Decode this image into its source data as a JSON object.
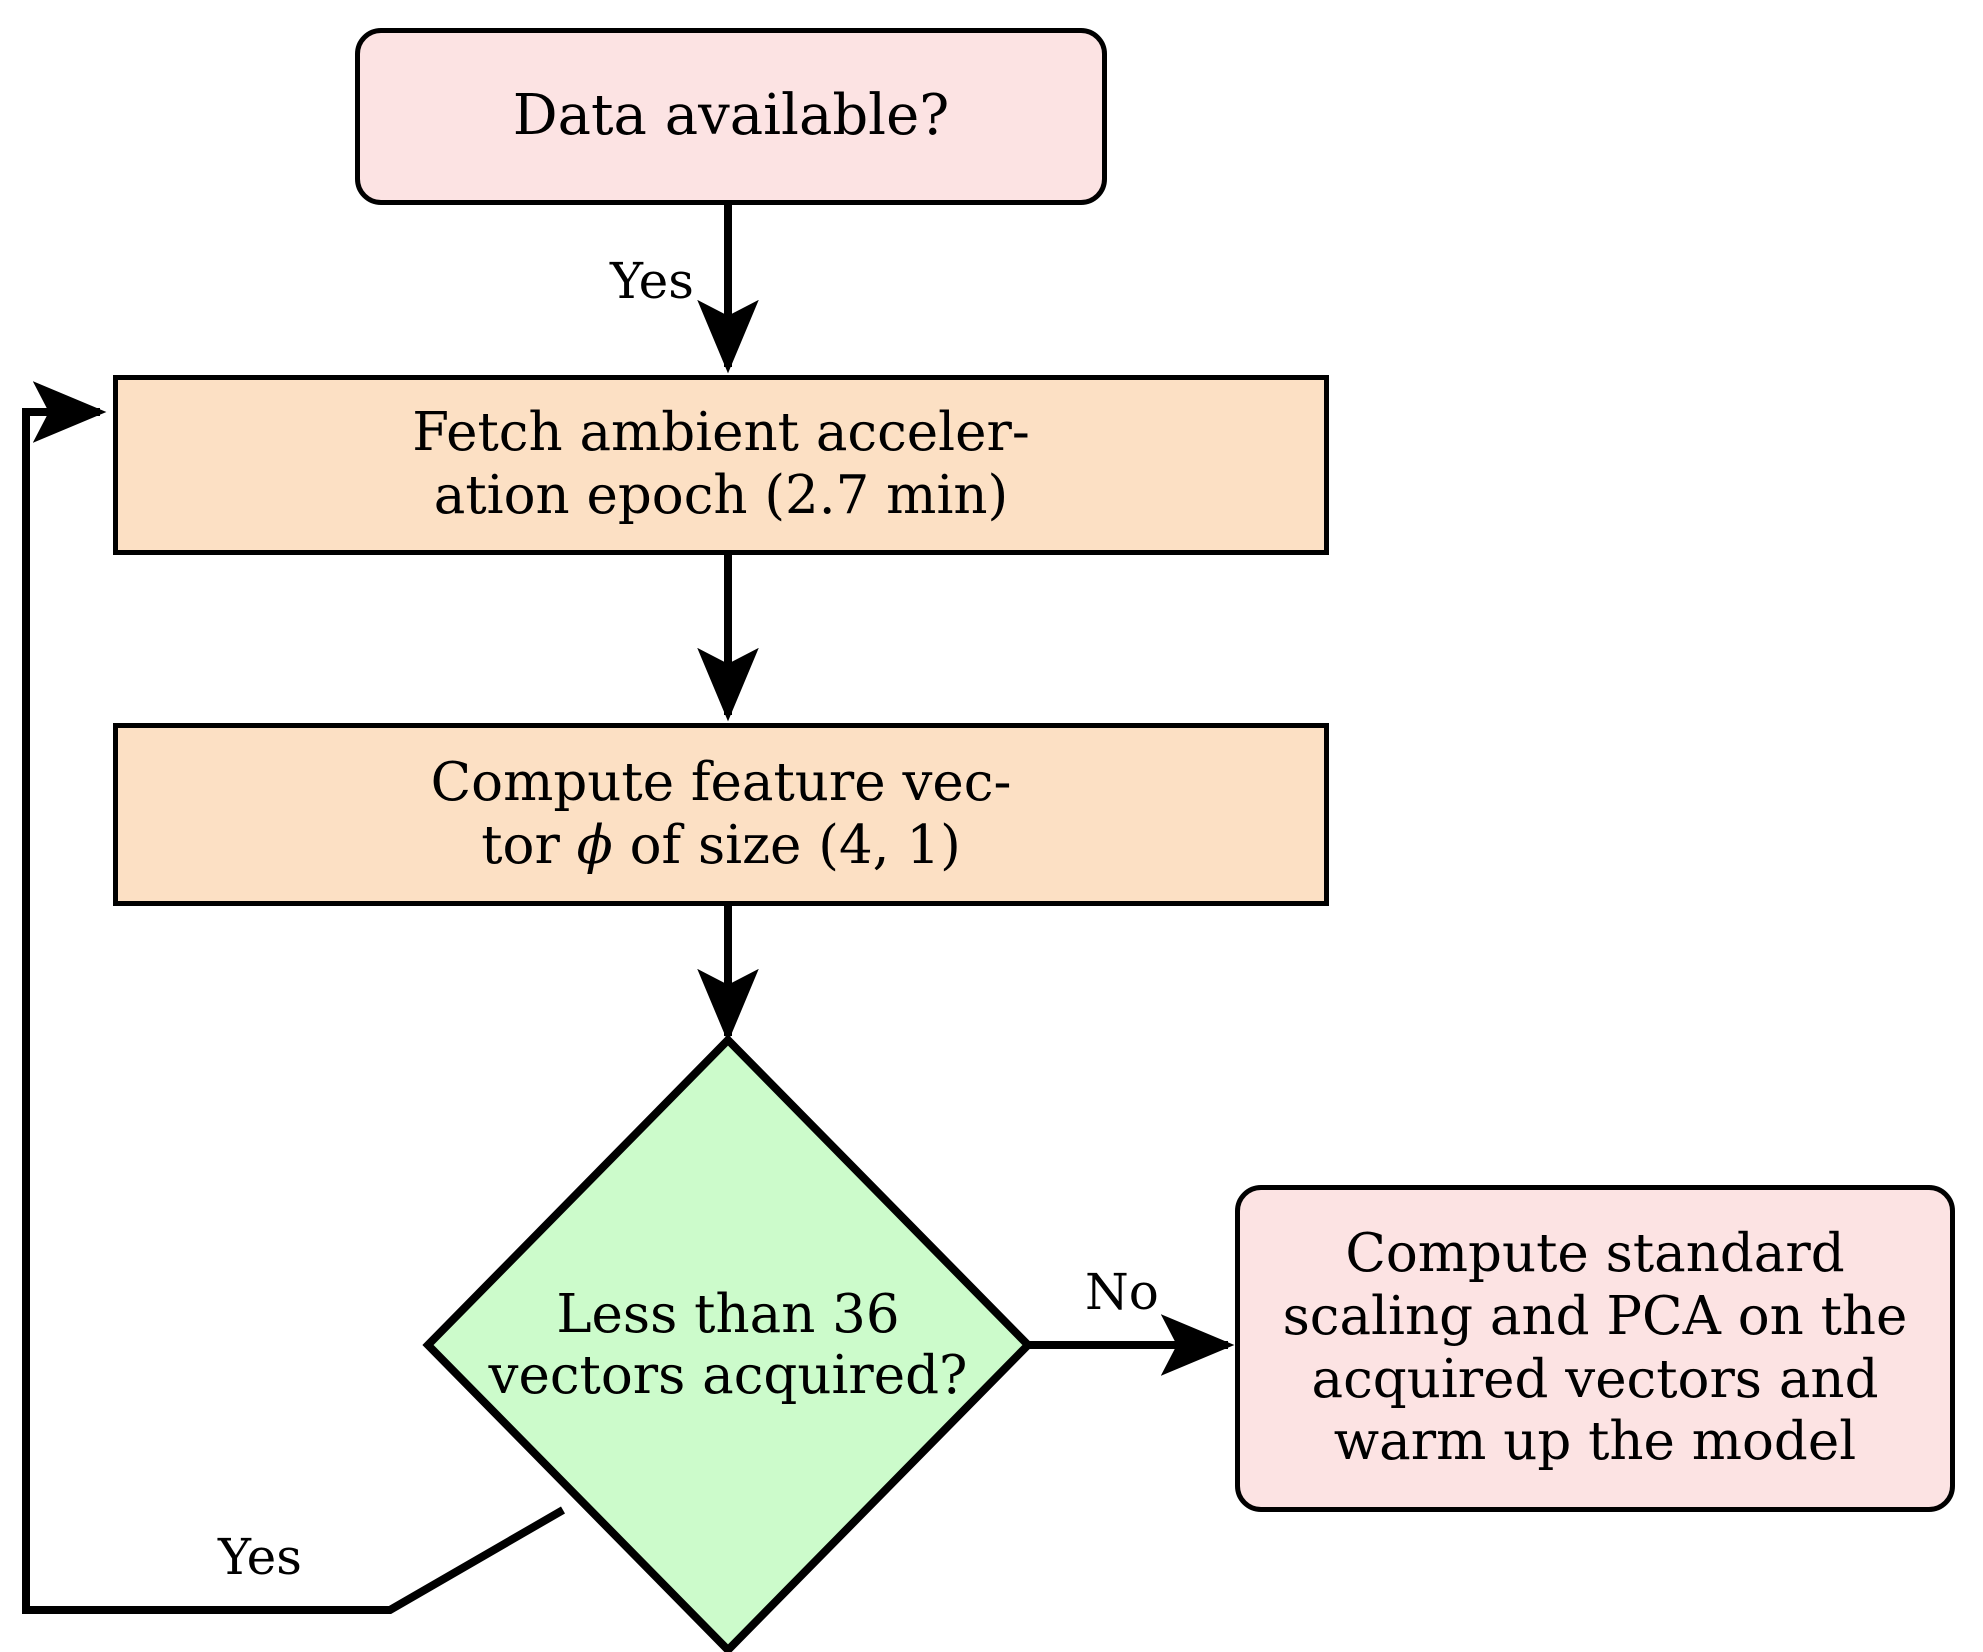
{
  "diagram": {
    "title": "Data acquisition and model warm-up flowchart",
    "type": "flowchart",
    "background": "#ffffff",
    "colors": {
      "terminal_fill": "#fce3e3",
      "process_fill": "#fce0c4",
      "decision_fill": "#ccfbcb",
      "stroke": "#000000"
    }
  },
  "nodes": [
    {
      "id": "data-available",
      "shape": "rounded-rect",
      "fill": "#fce3e3",
      "text": "Data available?",
      "lines": [
        "Data available?"
      ]
    },
    {
      "id": "fetch-epoch",
      "shape": "rect",
      "fill": "#fce0c4",
      "text": "Fetch ambient acceler-\nation epoch (2.7 min)",
      "lines": [
        "Fetch ambient acceler-",
        "ation epoch (2.7 min)"
      ]
    },
    {
      "id": "compute-feature-vector",
      "shape": "rect",
      "fill": "#fce0c4",
      "line1": "Compute feature vec-",
      "line2_pre": "tor ",
      "line2_symbol": "ϕ",
      "line2_post": " of size (4, 1)",
      "text": "Compute feature vec-\ntor ϕ of size (4, 1)"
    },
    {
      "id": "less-than-36",
      "shape": "diamond",
      "fill": "#ccfbcb",
      "text": "Less than 36\nvectors acquired?",
      "lines": [
        "Less than 36",
        "vectors acquired?"
      ]
    },
    {
      "id": "standard-scaling-pca",
      "shape": "rounded-rect",
      "fill": "#fce3e3",
      "text": "Compute standard\nscaling and PCA on the\nacquired vectors and\nwarm up the model",
      "lines": [
        "Compute standard",
        "scaling and PCA on the",
        "acquired vectors and",
        "warm up the model"
      ]
    }
  ],
  "edges": [
    {
      "id": "edge-data-available-to-fetch",
      "from": "data-available",
      "to": "fetch-epoch",
      "label": "Yes"
    },
    {
      "id": "edge-fetch-to-compute",
      "from": "fetch-epoch",
      "to": "compute-feature-vector",
      "label": ""
    },
    {
      "id": "edge-compute-to-decision",
      "from": "compute-feature-vector",
      "to": "less-than-36",
      "label": ""
    },
    {
      "id": "edge-decision-no",
      "from": "less-than-36",
      "to": "standard-scaling-pca",
      "label": "No"
    },
    {
      "id": "edge-decision-yes-loopback",
      "from": "less-than-36",
      "to": "fetch-epoch",
      "label": "Yes"
    }
  ],
  "labels": {
    "yes_top": "Yes",
    "no_right": "No",
    "yes_loop": "Yes"
  }
}
